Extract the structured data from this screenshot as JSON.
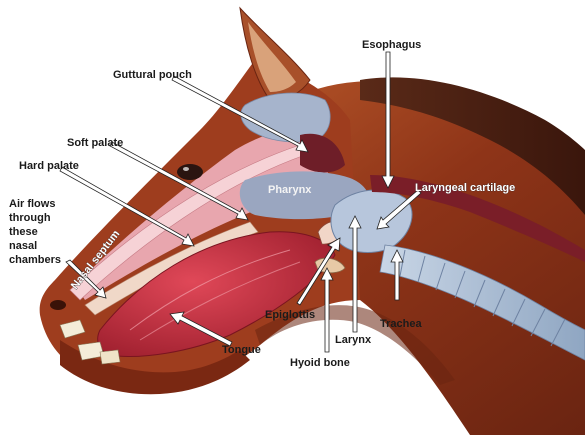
{
  "labels": {
    "esophagus": "Esophagus",
    "guttural_pouch": "Guttural pouch",
    "soft_palate": "Soft palate",
    "hard_palate": "Hard palate",
    "air_flows": [
      "Air flows",
      "through",
      "these",
      "nasal",
      "chambers"
    ],
    "nasal_septum": "Nasal septum",
    "pharynx": "Pharynx",
    "laryngeal_cartilage": "Laryngeal cartilage",
    "epiglottis": "Epiglottis",
    "larynx": "Larynx",
    "trachea": "Trachea",
    "tongue": "Tongue",
    "hyoid_bone": "Hyoid bone"
  }
}
